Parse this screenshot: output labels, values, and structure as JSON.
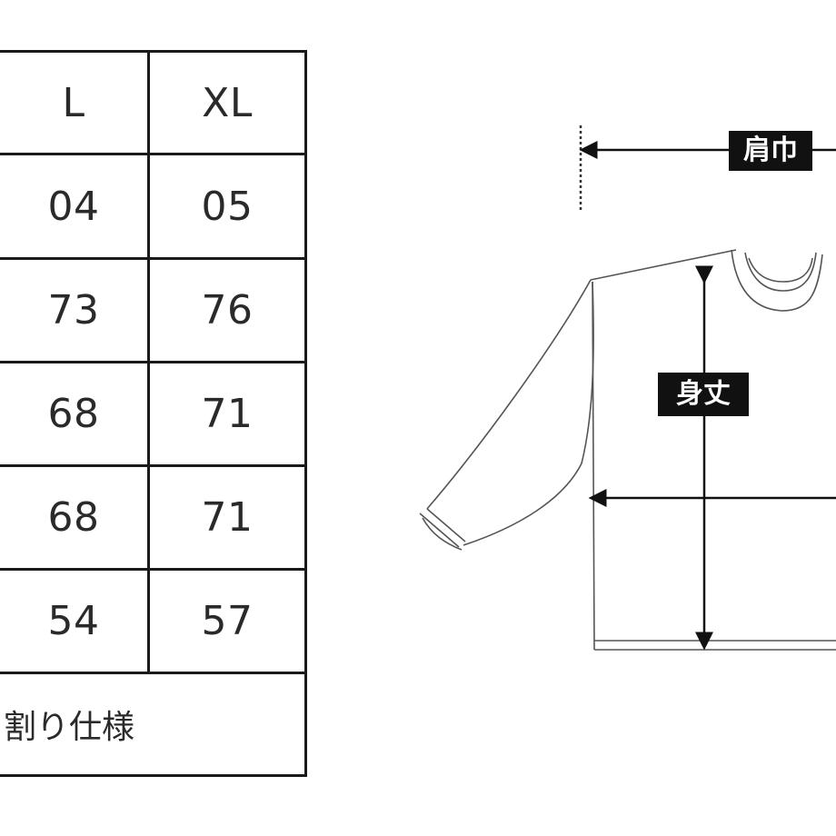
{
  "size_table": {
    "header": [
      "L",
      "XL"
    ],
    "rows": [
      [
        "04",
        "05"
      ],
      [
        "73",
        "76"
      ],
      [
        "68",
        "71"
      ],
      [
        "68",
        "71"
      ],
      [
        "54",
        "57"
      ]
    ],
    "footer": "割り仕様"
  },
  "diagram": {
    "shoulder_label": "肩巾",
    "length_label": "身丈"
  }
}
